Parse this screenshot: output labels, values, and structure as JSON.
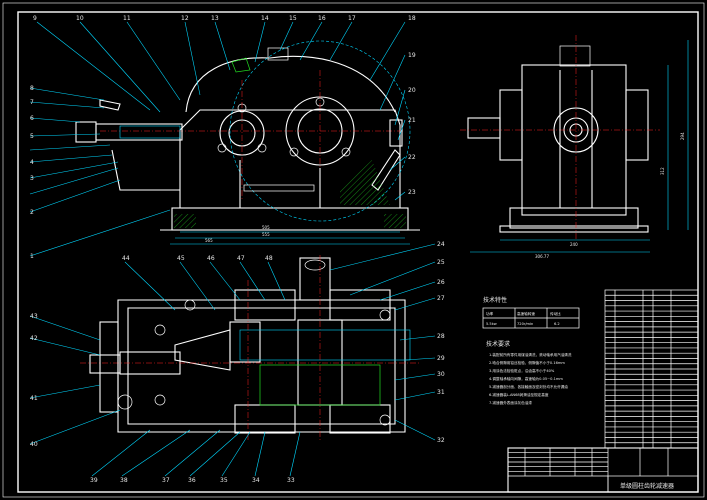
{
  "drawing": {
    "title_block": {
      "title": "单级圆柱齿轮减速器"
    },
    "tech_params": {
      "heading": "技术特性",
      "headers": [
        "功率",
        "高速轴转速",
        "传动比"
      ],
      "values": [
        "5.5kw",
        "720r/min",
        "6.2"
      ]
    },
    "tech_req": {
      "heading": "技术要求",
      "lines": [
        "1.装配前所有零件用煤油清洗，滚动轴承用汽油清洗",
        "2.啮合侧隙用铅丝检验，侧隙值不小于0.16mm",
        "3.用涂色法检验斑点，沿齿高不小于40%",
        "4.调整轴承轴向间隙，高速轴为0.05~0.1mm",
        "5.减速器剖分面、各接触面及密封处均不允许漏油",
        "6.减速器装L-AN68润滑油至规定高度",
        "7.减速器外表面涂灰色油漆"
      ]
    },
    "front_view": {
      "part_numbers_top": [
        "9",
        "10",
        "11",
        "12",
        "13",
        "14",
        "15",
        "16",
        "17",
        "18"
      ],
      "part_numbers_left": [
        "8",
        "7",
        "6",
        "5",
        "4",
        "3",
        "2",
        "1"
      ],
      "part_numbers_right": [
        "19",
        "20",
        "21",
        "22",
        "23"
      ],
      "dims": [
        "505",
        "555",
        "565"
      ]
    },
    "side_view": {
      "dims": [
        "294",
        "312",
        "240",
        "306.77"
      ]
    },
    "top_view": {
      "part_numbers_top": [
        "44",
        "45",
        "46",
        "47",
        "48",
        "24"
      ],
      "part_numbers_right": [
        "25",
        "26",
        "27",
        "28",
        "29",
        "30",
        "31",
        "32"
      ],
      "part_numbers_left": [
        "43",
        "42",
        "41"
      ],
      "part_numbers_bottom": [
        "40",
        "39",
        "38",
        "37",
        "36",
        "35",
        "34",
        "33"
      ]
    },
    "colors": {
      "outline": "#ffffff",
      "hidden": "#00d8ff",
      "center": "#ff2020",
      "hatch": "#22dd22",
      "leader": "#00d8ff",
      "frame": "#ffffff"
    }
  }
}
